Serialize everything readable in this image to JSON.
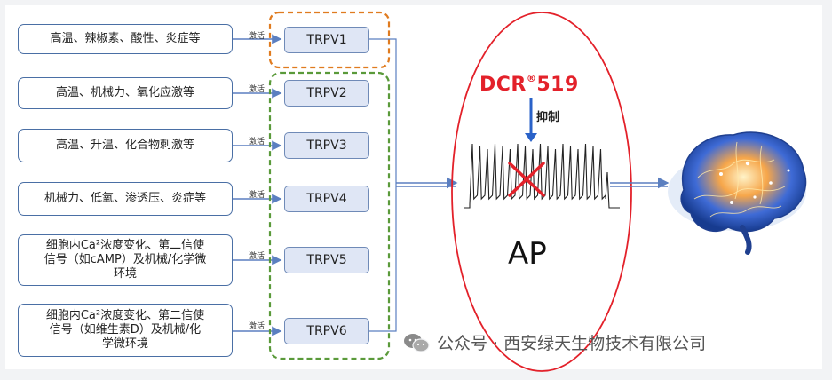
{
  "stimuli": [
    {
      "text": "高温、辣椒素、酸性、炎症等"
    },
    {
      "text": "高温、机械力、氧化应激等"
    },
    {
      "text": "高温、升温、化合物刺激等"
    },
    {
      "text": "机械力、低氧、渗透压、炎症等"
    },
    {
      "line1": "细胞内Ca²浓度变化、第二信使",
      "line2": "信号（如cAMP）及机械/化学微",
      "line3": "环境"
    },
    {
      "line1": "细胞内Ca²浓度变化、第二信使",
      "line2": "信号（如维生素D）及机械/化",
      "line3": "学微环境"
    }
  ],
  "activation_label": "激活",
  "channels": [
    "TRPV1",
    "TRPV2",
    "TRPV3",
    "TRPV4",
    "TRPV5",
    "TRPV6"
  ],
  "drug": {
    "name": "DCR",
    "mark": "®",
    "number": "519"
  },
  "inhibit_label": "抑制",
  "ap_label": "AP",
  "watermark": "公众号 · 西安绿天生物技术有限公司",
  "colors": {
    "orange": "#e07b1f",
    "green": "#5a9a3a",
    "red": "#e3212a",
    "box_border": "#4a6fa5",
    "arrow": "#5b7fc0"
  }
}
